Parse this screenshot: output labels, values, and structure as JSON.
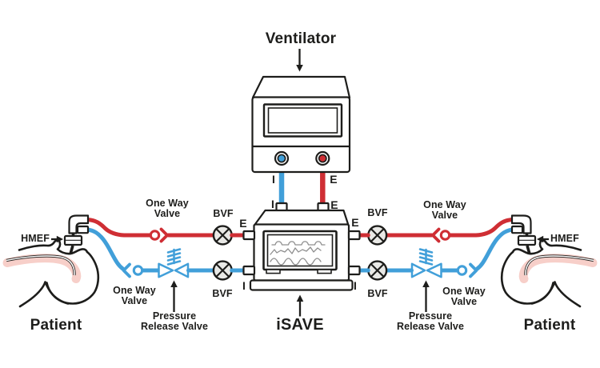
{
  "colors": {
    "red": "#cf2e34",
    "blue": "#419fd9",
    "ink": "#1d1d1b",
    "bvf_fill": "#e9e9e6",
    "pink": "#f7cfc9",
    "wave": "#8f8f8f"
  },
  "labels": {
    "title_ventilator": "Ventilator",
    "title_isave": "iSAVE",
    "patient_left": "Patient",
    "patient_right": "Patient",
    "hmef_left": "HMEF",
    "hmef_right": "HMEF",
    "one_way_valve_top_left": "One Way Valve",
    "one_way_valve_bottom_left": "One Way Valve",
    "one_way_valve_top_right": "One Way Valve",
    "one_way_valve_bottom_right": "One Way Valve",
    "bvf_top_left": "BVF",
    "bvf_bottom_left": "BVF",
    "bvf_top_right": "BVF",
    "bvf_bottom_right": "BVF",
    "pressure_release_left": "Pressure Release Valve",
    "pressure_release_right": "Pressure Release Valve"
  },
  "ports": {
    "vent_i": "I",
    "vent_e": "E",
    "isave_top_i": "I",
    "isave_top_e": "E",
    "isave_left_e": "E",
    "isave_left_i": "I",
    "isave_right_e": "E",
    "isave_right_i": "I"
  }
}
